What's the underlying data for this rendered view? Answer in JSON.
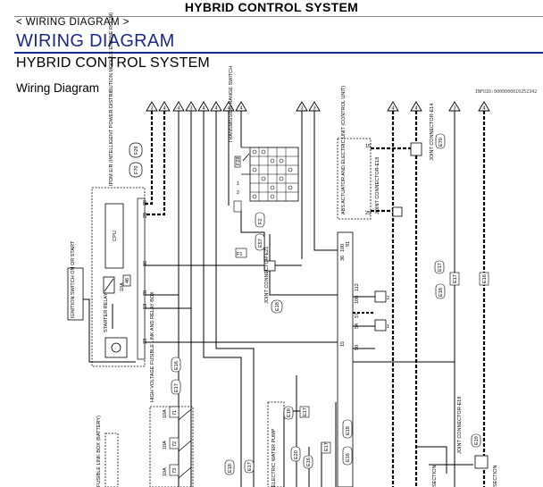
{
  "header": {
    "doc_title": "HYBRID CONTROL SYSTEM",
    "breadcrumb": "< WIRING DIAGRAM >",
    "main_title": "WIRING DIAGRAM",
    "system_title": "HYBRID CONTROL SYSTEM",
    "section_title": "Wiring Diagram",
    "info_id": "INFOID:0000000010252342"
  },
  "connectors": {
    "top_refs": [
      "3",
      "4",
      "4",
      "3",
      "4",
      "4",
      "4",
      "4",
      "3",
      "3",
      "4",
      "4",
      "3",
      "4"
    ],
    "f29": "F29",
    "f70": "F70",
    "e16": "E16",
    "e17": "E17",
    "e18": "E18",
    "e70": "E70",
    "e19": "E19",
    "e20": "E20",
    "f1": "F1",
    "e57": "E57",
    "f2": "F2"
  },
  "components": {
    "ipdm": "IPDM E/R (INTELLIGENT POWER DISTRIBUTION MODULE ENGINE ROOM)",
    "cpu": "CPU",
    "ignition": "IGNITION SWITCH ON OR START",
    "starter_relay": "STARTER RELAY",
    "fuse_10a": "10A",
    "fuse_46": "46",
    "tps": "TRANSMISSION RANGE SWITCH",
    "abs": "ABS ACTUATOR AND ELECTRIC UNIT (CONTROL UNIT)",
    "jc_e18": "JOINT CONNECTOR-E18",
    "jc_e14": "JOINT CONNECTOR-E14",
    "jc_e19": "JOINT CONNECTOR-E19",
    "jc_e21": "JOINT CONNECTOR-E21",
    "hv_fuse": "HIGH VOLTAGE FUSIBLE LINK AND RELAY BOX",
    "fl_box": "FUSIBLE LINK BOX (BATTERY)",
    "water_pump": "ELECTRIC WATER PUMP",
    "section_label": "SECTION",
    "fuses": [
      "10A",
      "10A",
      "10A"
    ],
    "fuse_nums": [
      "71",
      "72",
      "73"
    ]
  },
  "pins": {
    "ipdm": [
      "29",
      "28",
      "86",
      "20",
      "53",
      "33"
    ],
    "abs": [
      "15",
      "25"
    ],
    "trs": [
      "1",
      "2",
      "3"
    ],
    "unit_a": [
      "36",
      "100",
      "91",
      "108",
      "112",
      "50",
      "54",
      "57",
      "15"
    ],
    "jc": [
      "2",
      "1"
    ]
  }
}
